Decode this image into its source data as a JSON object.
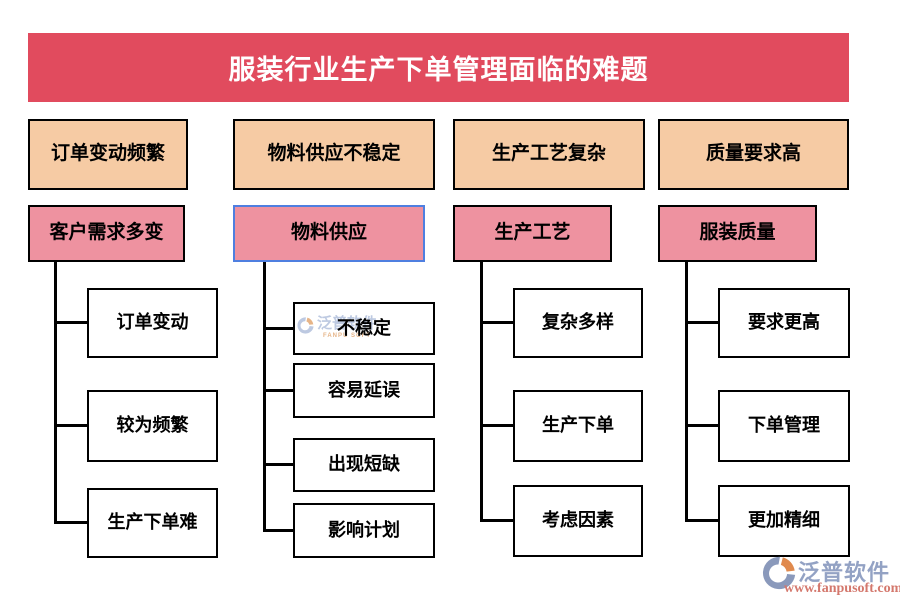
{
  "title": "服装行业生产下单管理面临的难题",
  "columns": [
    {
      "header": "订单变动频繁",
      "category": "客户需求多变",
      "items": [
        "订单变动",
        "较为频繁",
        "生产下单难"
      ]
    },
    {
      "header": "物料供应不稳定",
      "category": "物料供应",
      "items": [
        "不稳定",
        "容易延误",
        "出现短缺",
        "影响计划"
      ]
    },
    {
      "header": "生产工艺复杂",
      "category": "生产工艺",
      "items": [
        "复杂多样",
        "生产下单",
        "考虑因素"
      ]
    },
    {
      "header": "质量要求高",
      "category": "服装质量",
      "items": [
        "要求更高",
        "下单管理",
        "更加精细"
      ]
    }
  ],
  "branding": {
    "name": "泛普软件",
    "url": "www.fanpusoft.com",
    "logo_icon": "fanpu-swoosh-icon"
  },
  "watermark": {
    "name": "泛普软件",
    "subtext": "FANPU SOFT",
    "logo_icon": "fanpu-swoosh-icon"
  },
  "colors": {
    "banner_red": "#e14b5e",
    "header_fill": "#f6cba4",
    "category_fill": "#ee92a0",
    "category_border_blue": "#4f7fe0",
    "box_border": "#000000",
    "connector": "#000000",
    "logo_name": "#93a2c4",
    "logo_url": "#d4786d",
    "logo_icon_grey": "#8a99bb",
    "logo_icon_orange": "#e08a4e"
  }
}
